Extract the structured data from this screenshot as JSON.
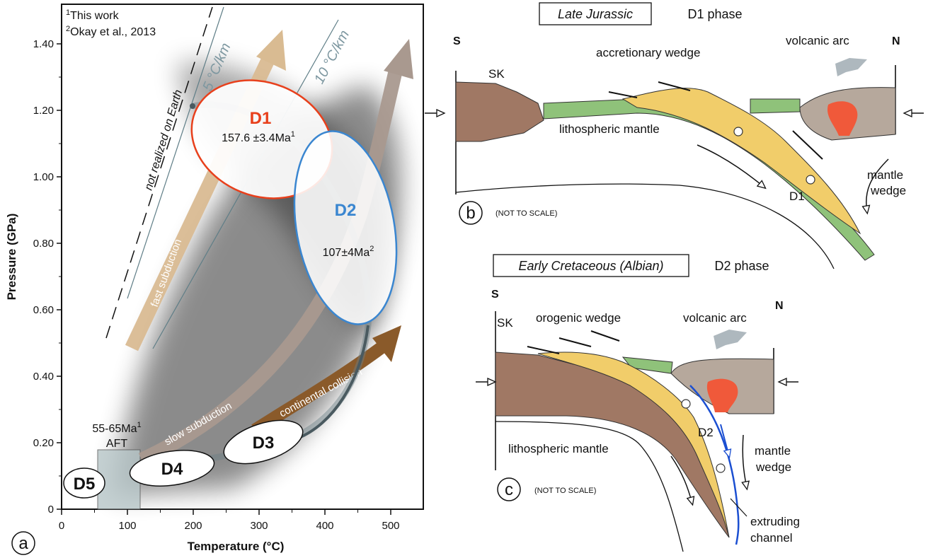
{
  "panel_a": {
    "label": "a",
    "footnotes": [
      "This work",
      "Okay et al., 2013"
    ],
    "footnote_marks": [
      "1",
      "2"
    ],
    "x_axis": {
      "title": "Temperature (°C)",
      "ticks": [
        "0",
        "100",
        "200",
        "300",
        "400",
        "500"
      ]
    },
    "y_axis": {
      "title": "Pressure (GPa)",
      "ticks": [
        "0",
        "0.20",
        "0.40",
        "0.60",
        "0.80",
        "1.00",
        "1.20",
        "1.40"
      ]
    },
    "gradients": {
      "g5": "5 °C/km",
      "g10": "10 °C/km",
      "not_realized": "not realized on Earth"
    },
    "arrows": {
      "fast": "fast subduction",
      "slow": "slow subduction",
      "collision": "continental collision"
    },
    "aft": {
      "age": "55-65Ma",
      "age_mark": "1",
      "label": "AFT"
    },
    "phases": {
      "D1": {
        "name": "D1",
        "age": "157.6 ±3.4Ma",
        "mark": "1",
        "color": "#e8401c"
      },
      "D2": {
        "name": "D2",
        "age": "107±4Ma",
        "mark": "2",
        "color": "#3a86d0"
      },
      "D3": {
        "name": "D3"
      },
      "D4": {
        "name": "D4"
      },
      "D5": {
        "name": "D5"
      }
    }
  },
  "panel_b": {
    "label": "b",
    "period": "Late Jurassic",
    "phase": "D1 phase",
    "south": "S",
    "north": "N",
    "sk": "SK",
    "wedge": "accretionary wedge",
    "arc": "volcanic arc",
    "mantle": "lithospheric mantle",
    "mantle_wedge": [
      "mantle",
      "wedge"
    ],
    "marker": "D1",
    "scale_note": "(NOT TO SCALE)"
  },
  "panel_c": {
    "label": "c",
    "period": "Early Cretaceous (Albian)",
    "phase": "D2 phase",
    "south": "S",
    "north": "N",
    "sk": "SK",
    "wedge": "orogenic wedge",
    "arc": "volcanic arc",
    "mantle": "lithospheric mantle",
    "mantle_wedge": [
      "mantle",
      "wedge"
    ],
    "marker": "D2",
    "channel": [
      "extruding",
      "channel"
    ],
    "scale_note": "(NOT TO SCALE)"
  }
}
